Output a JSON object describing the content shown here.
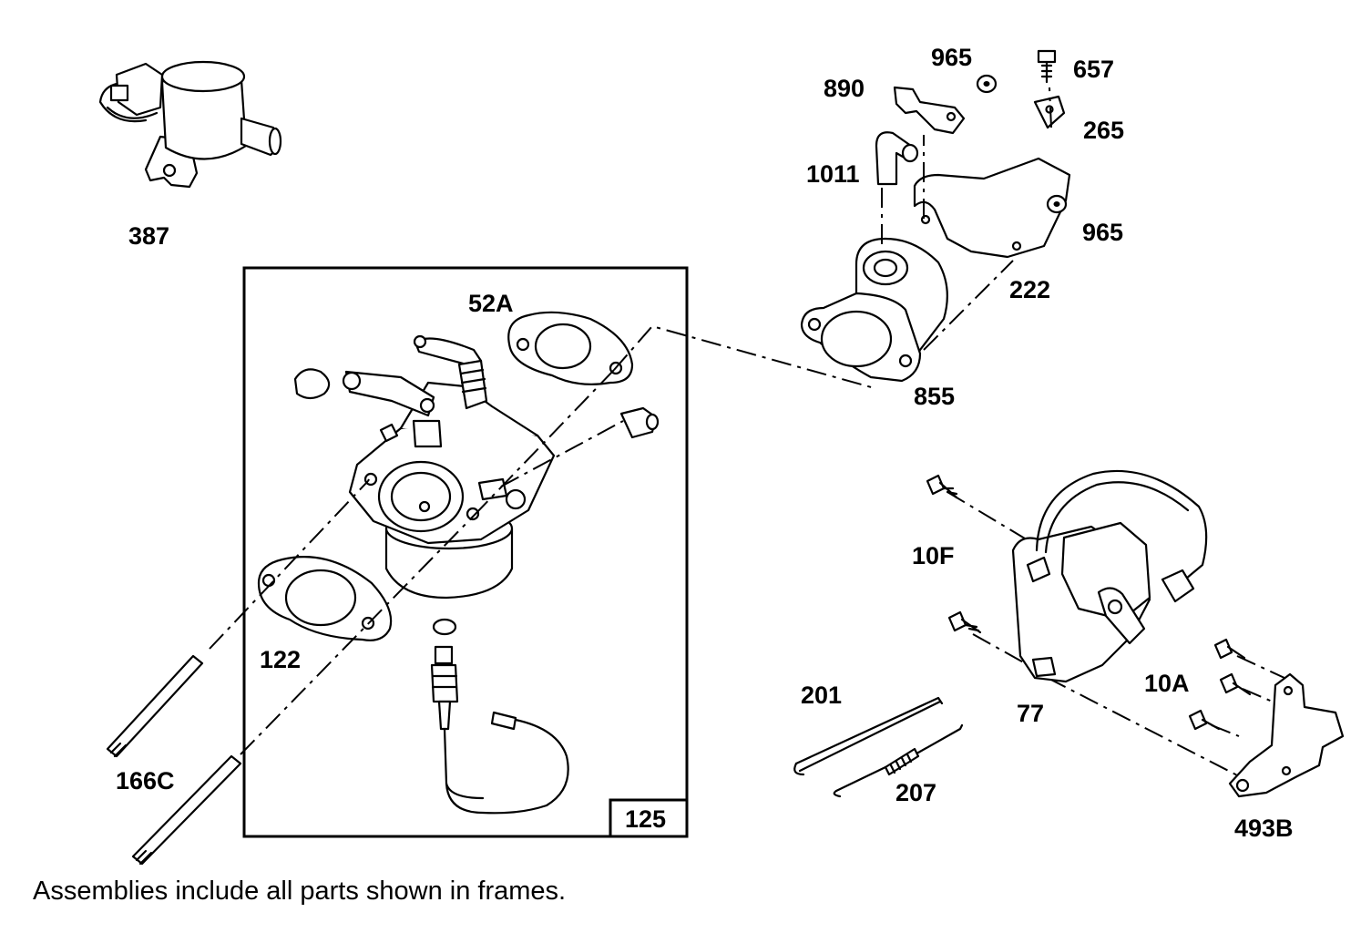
{
  "part_labels": {
    "p387": "387",
    "p890": "890",
    "p965a": "965",
    "p657": "657",
    "p265": "265",
    "p1011": "1011",
    "p965b": "965",
    "p222": "222",
    "p855": "855",
    "p52A": "52A",
    "p122": "122",
    "p166C": "166C",
    "p125": "125",
    "p10F": "10F",
    "p77": "77",
    "p10A": "10A",
    "p201": "201",
    "p207": "207",
    "p493B": "493B"
  },
  "footer_note": "Assemblies include all parts shown in frames."
}
